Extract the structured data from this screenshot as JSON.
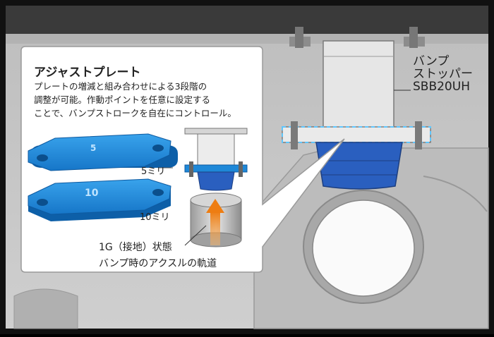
{
  "stopper": {
    "label_lines": [
      "バンプ",
      "ストッパー",
      "SBB20UH"
    ]
  },
  "callout": {
    "title": "アジャストプレート",
    "description_lines": [
      "プレートの増減と組み合わせによる3段階の",
      "調整が可能。作動ポイントを任意に設定する",
      "ことで、バンプストロークを自在にコントロール。"
    ]
  },
  "plates": [
    {
      "label": "5ミリ",
      "mark": "5"
    },
    {
      "label": "10ミリ",
      "mark": "10"
    }
  ],
  "state_labels": {
    "ground": "1G（接地）状態",
    "bump": "バンプ時のアクスルの軌道"
  },
  "colors": {
    "plate_blue": "#1e88d8",
    "stopper_blue": "#2a5fbf",
    "arrow_orange": "#f08a1c",
    "background_gray": "#c9c9c9"
  }
}
